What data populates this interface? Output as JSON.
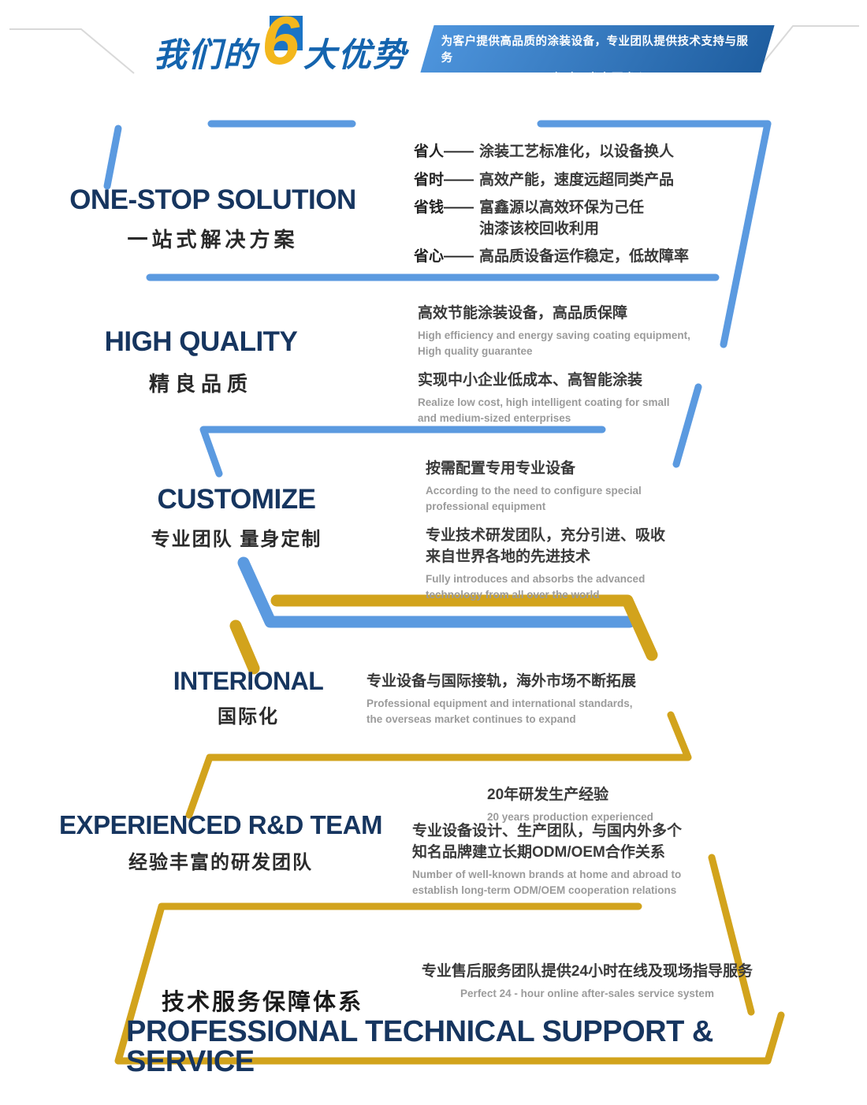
{
  "colors": {
    "blue_line": "#5b9ae0",
    "gold_line": "#d2a31c",
    "navy_title": "#16355f",
    "header_text_blue": "#1464ae",
    "number_gold": "#f3b71d",
    "banner_blue": "#2f6db5"
  },
  "header": {
    "title_prefix": "我们的",
    "title_number": "6",
    "title_suffix": "大优势",
    "banner_line1": "为客户提供高品质的涂装设备，专业团队提供技术支持与服务",
    "banner_line2": "省时、省力更省心"
  },
  "sections": [
    {
      "title_en": "ONE-STOP SOLUTION",
      "title_zh": "一站式解决方案",
      "items": [
        {
          "label": "省人——",
          "text": "涂装工艺标准化，以设备换人"
        },
        {
          "label": "省时——",
          "text": "高效产能，速度远超同类产品"
        },
        {
          "label": "省钱——",
          "text": "富鑫源以高效环保为己任\n油漆该校回收利用"
        },
        {
          "label": "省心——",
          "text": "高品质设备运作稳定，低故障率"
        }
      ]
    },
    {
      "title_en": "HIGH QUALITY",
      "title_zh": "精良品质",
      "points": [
        {
          "zh": "高效节能涂装设备，高品质保障",
          "en": "High efficiency and energy saving coating equipment,\nHigh quality guarantee"
        },
        {
          "zh": "实现中小企业低成本、高智能涂装",
          "en": "Realize low cost, high intelligent coating for small\nand medium-sized enterprises"
        }
      ]
    },
    {
      "title_en": "CUSTOMIZE",
      "title_zh": "专业团队 量身定制",
      "points": [
        {
          "zh": "按需配置专用专业设备",
          "en": "According to the need to configure special\nprofessional equipment"
        },
        {
          "zh": "专业技术研发团队，充分引进、吸收\n来自世界各地的先进技术",
          "en": "Fully introduces and absorbs the advanced\ntechnology from all over the world"
        }
      ]
    },
    {
      "title_en": "INTERIONAL",
      "title_zh": "国际化",
      "points": [
        {
          "zh": "专业设备与国际接轨，海外市场不断拓展",
          "en": "Professional equipment and international standards,\nthe overseas market continues to expand"
        }
      ]
    },
    {
      "title_en": "EXPERIENCED R&D TEAM",
      "title_zh": "经验丰富的研发团队",
      "points": [
        {
          "zh": "20年研发生产经验",
          "en": "20 years production experienced"
        },
        {
          "zh": "专业设备设计、生产团队，与国内外多个\n知名品牌建立长期ODM/OEM合作关系",
          "en": "Number of well-known brands at home and abroad to\nestablish long-term ODM/OEM cooperation relations"
        }
      ]
    },
    {
      "title_en": "PROFESSIONAL TECHNICAL SUPPORT & SERVICE",
      "title_zh": "技术服务保障体系",
      "points": [
        {
          "zh": "专业售后服务团队提供24小时在线及现场指导服务",
          "en": "Perfect 24 - hour online after-sales service system"
        }
      ]
    }
  ]
}
